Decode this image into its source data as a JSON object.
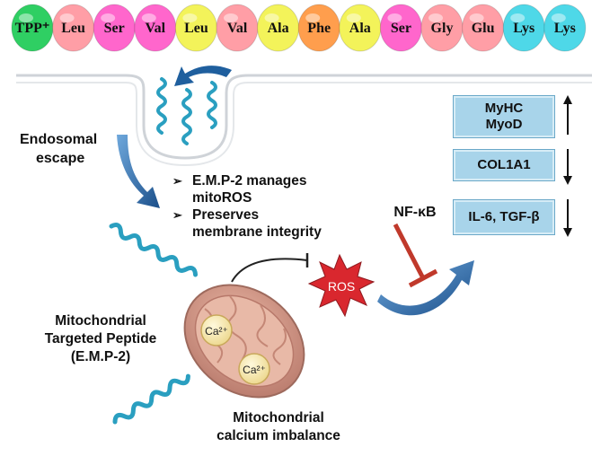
{
  "peptide_chain": [
    "TPP⁺",
    "Leu",
    "Ser",
    "Val",
    "Leu",
    "Val",
    "Ala",
    "Phe",
    "Ala",
    "Ser",
    "Gly",
    "Glu",
    "Lys",
    "Lys"
  ],
  "bead_colors": [
    "#2fcf63",
    "#ff9ea6",
    "#ff66cc",
    "#ff66cc",
    "#f3f35a",
    "#ff9ea6",
    "#f3f35a",
    "#ff9e4d",
    "#f3f35a",
    "#ff66cc",
    "#ff9ea6",
    "#ff9ea6",
    "#4ed8e8",
    "#4ed8e8"
  ],
  "labels": {
    "endosomal_line1": "Endosomal",
    "endosomal_line2": "escape",
    "peptide_line1": "Mitochondrial",
    "peptide_line2": "Targeted Peptide",
    "peptide_line3": "(E.M.P-2)",
    "calcium_line1": "Mitochondrial",
    "calcium_line2": "calcium imbalance",
    "nfkb": "NF-κB",
    "ros": "ROS",
    "ca1": "Ca²⁺",
    "ca2": "Ca²⁺"
  },
  "bullets": {
    "marker": "➢",
    "item1_line1": "E.M.P-2 manages",
    "item1_line2": "mitoROS",
    "item2_line1": "Preserves",
    "item2_line2": "membrane integrity"
  },
  "panels": {
    "myhc": "MyHC",
    "myod": "MyoD",
    "col1a1": "COL1A1",
    "il6": "IL-6, TGF-β"
  },
  "trends": {
    "myhc_myod": "up",
    "col1a1": "down",
    "il6_tgfb": "down"
  },
  "colors": {
    "helix": "#2a9fc0",
    "arrow_blue": "#1f5f9e",
    "inhibit_red": "#c0392b",
    "ros_red": "#d9272e",
    "mito_outer": "#c9907f",
    "mito_inner": "#e8b9a7",
    "calcium": "#f5e6a8",
    "panel": "#a8d4ea"
  }
}
